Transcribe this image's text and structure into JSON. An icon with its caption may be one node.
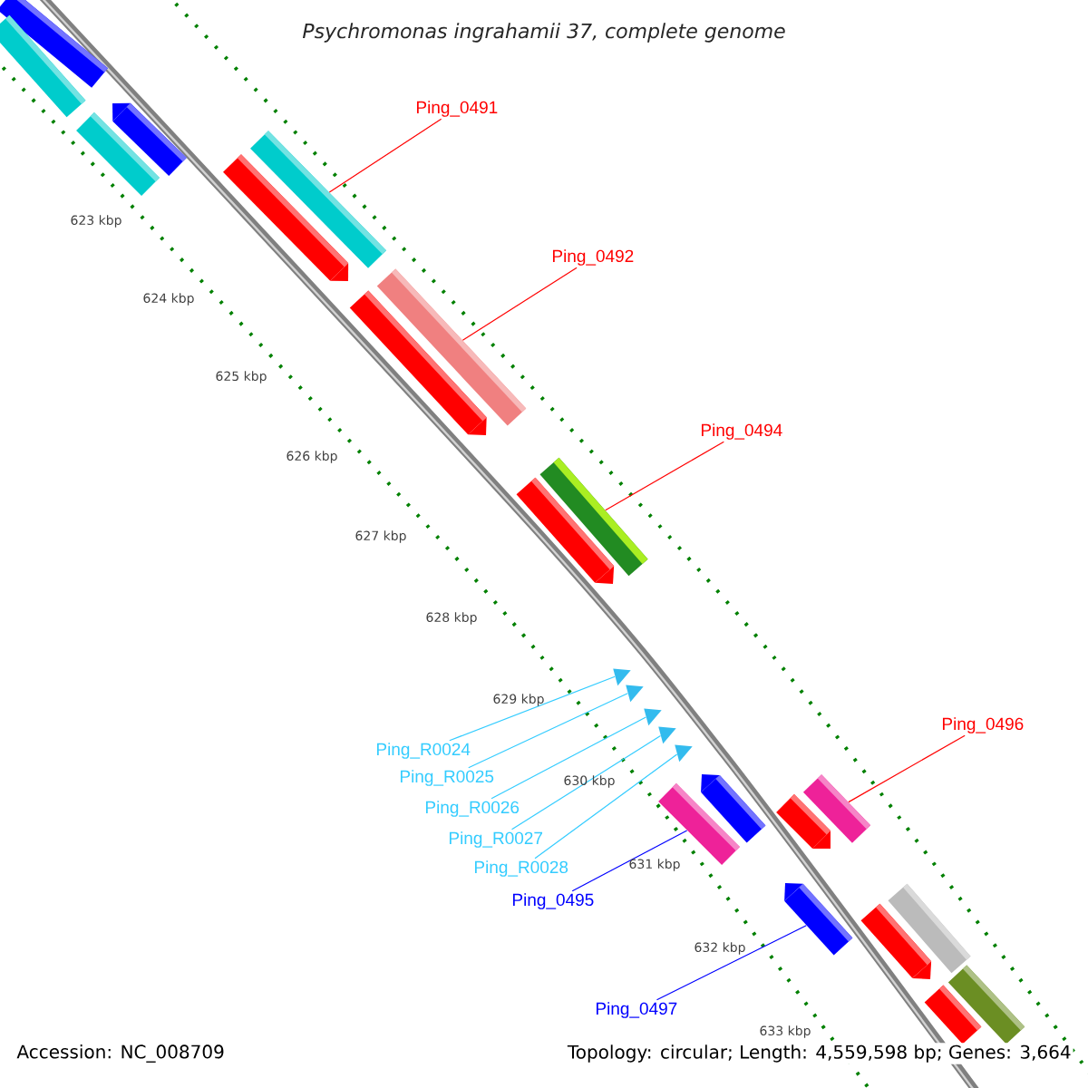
{
  "diagram": {
    "title": "Psychromonas ingrahamii 37, complete genome",
    "nodes": [
      {
        "text": [
          "Ping_0491"
        ]
      },
      {
        "text": [],
        "shape": "arrow"
      },
      {
        "text": [
          "Ping_0492"
        ]
      },
      {
        "text": [],
        "shape": "arrow"
      },
      {
        "text": [
          "Ping_0494"
        ]
      },
      {
        "text": [],
        "shape": "arrow"
      },
      {
        "text": [
          "Ping_0496"
        ]
      },
      {
        "text": [],
        "shape": "arrow"
      },
      {
        "text": [
          "Ping_R0024"
        ]
      },
      {
        "text": [
          "Ping_R0025"
        ]
      },
      {
        "text": [
          "Ping_R0026"
        ]
      },
      {
        "text": [
          "Ping_R0027"
        ]
      },
      {
        "text": [
          "Ping_R0028"
        ]
      },
      {
        "text": [],
        "shape": "triangle"
      },
      {
        "text": [],
        "shape": "triangle"
      },
      {
        "text": [],
        "shape": "triangle"
      },
      {
        "text": [],
        "shape": "triangle"
      },
      {
        "text": [],
        "shape": "triangle"
      },
      {
        "text": [
          "Ping_0495"
        ]
      },
      {
        "text": [],
        "shape": "arrow"
      },
      {
        "text": [
          "Ping_0497"
        ]
      },
      {
        "text": [],
        "shape": "arrow"
      },
      {
        "text": [],
        "shape": "arrow"
      },
      {
        "text": [],
        "shape": "arrow"
      },
      {
        "text": [],
        "shape": "arrow"
      },
      {
        "text": [],
        "shape": "arrow"
      },
      {
        "text": [],
        "shape": "arrow"
      },
      {
        "text": [],
        "shape": "arrow"
      },
      {
        "text": [],
        "shape": "arrow"
      },
      {
        "text": [],
        "shape": "arrow"
      },
      {
        "text": [],
        "shape": "arrow"
      },
      {
        "text": [],
        "shape": "arrow"
      },
      {
        "text": [],
        "shape": "arrow"
      },
      {
        "text": [],
        "shape": "arrow"
      },
      {
        "text": [],
        "shape": "arrow"
      }
    ],
    "edges": [
      {
        "from": 0,
        "to": 1,
        "arrow": "none",
        "color": "#ff0000"
      },
      {
        "from": 2,
        "to": 3,
        "arrow": "none",
        "color": "#ff0000"
      },
      {
        "from": 4,
        "to": 5,
        "arrow": "none",
        "color": "#ff0000"
      },
      {
        "from": 6,
        "to": 7,
        "arrow": "none",
        "color": "#ff0000"
      },
      {
        "from": 8,
        "to": 13,
        "arrow": "none",
        "color": "#33ccff"
      },
      {
        "from": 9,
        "to": 14,
        "arrow": "none",
        "color": "#33ccff"
      },
      {
        "from": 10,
        "to": 15,
        "arrow": "none",
        "color": "#33ccff"
      },
      {
        "from": 11,
        "to": 16,
        "arrow": "none",
        "color": "#33ccff"
      },
      {
        "from": 12,
        "to": 17,
        "arrow": "none",
        "color": "#33ccff"
      },
      {
        "from": 18,
        "to": 19,
        "arrow": "none",
        "color": "#0000ff"
      },
      {
        "from": 20,
        "to": 21,
        "arrow": "none",
        "color": "#0000ff"
      }
    ],
    "labels": [
      "623 kbp",
      "624 kbp",
      "625 kbp",
      "626 kbp",
      "627 kbp",
      "628 kbp",
      "629 kbp",
      "630 kbp",
      "631 kbp",
      "632 kbp",
      "633 kbp",
      "Accession: NC_008709",
      "Topology: circular; Length: 4,559,598 bp; Genes: 3,664"
    ]
  }
}
